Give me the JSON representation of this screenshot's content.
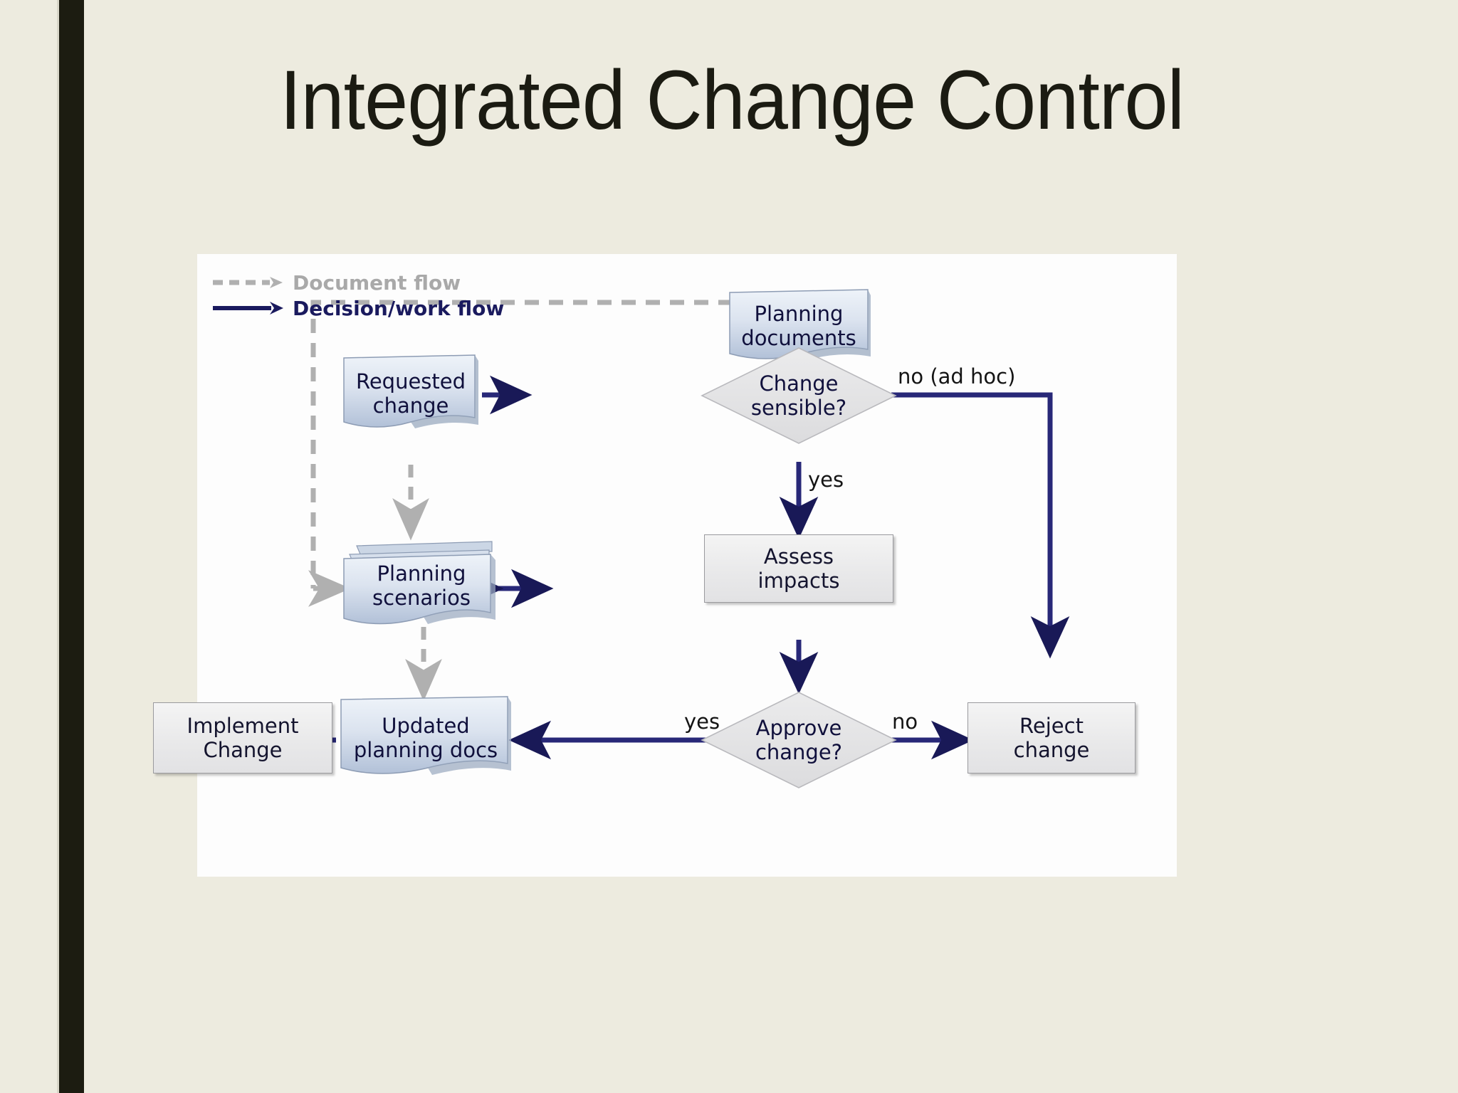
{
  "slide": {
    "title": "Integrated Change Control",
    "background_color": "#edebdf",
    "accent_bar_color": "#1c1c11",
    "panel_background": "#fdfdfd"
  },
  "legend": {
    "items": [
      {
        "label": "Document flow",
        "style": "dashed",
        "color": "#a9a9a9",
        "icon": "dashed-arrow-icon"
      },
      {
        "label": "Decision/work flow",
        "style": "solid",
        "color": "#1a1a5e",
        "icon": "solid-arrow-icon"
      }
    ]
  },
  "diagram": {
    "nodes": {
      "planning_documents": {
        "label": "Planning\ndocuments",
        "shape": "document"
      },
      "requested_change": {
        "label": "Requested\nchange",
        "shape": "document"
      },
      "planning_scenarios": {
        "label": "Planning\nscenarios",
        "shape": "multi-document"
      },
      "updated_planning_docs": {
        "label": "Updated\nplanning docs",
        "shape": "document"
      },
      "change_sensible": {
        "label": "Change\nsensible?",
        "shape": "decision"
      },
      "approve_change": {
        "label": "Approve\nchange?",
        "shape": "decision"
      },
      "assess_impacts": {
        "label": "Assess\nimpacts",
        "shape": "process"
      },
      "implement_change": {
        "label": "Implement\nChange",
        "shape": "process"
      },
      "reject_change": {
        "label": "Reject\nchange",
        "shape": "process"
      }
    },
    "edge_labels": {
      "no_ad_hoc": "no (ad hoc)",
      "yes_sensible": "yes",
      "yes_approve": "yes",
      "no_approve": "no"
    },
    "colors": {
      "document_flow": "#a9a9a9",
      "work_flow": "#1a1a5e",
      "document_fill_top": "#e8eef7",
      "document_fill_bottom": "#b7c5da",
      "decision_fill": "#e4e4e6",
      "process_fill": "#ededee"
    }
  }
}
